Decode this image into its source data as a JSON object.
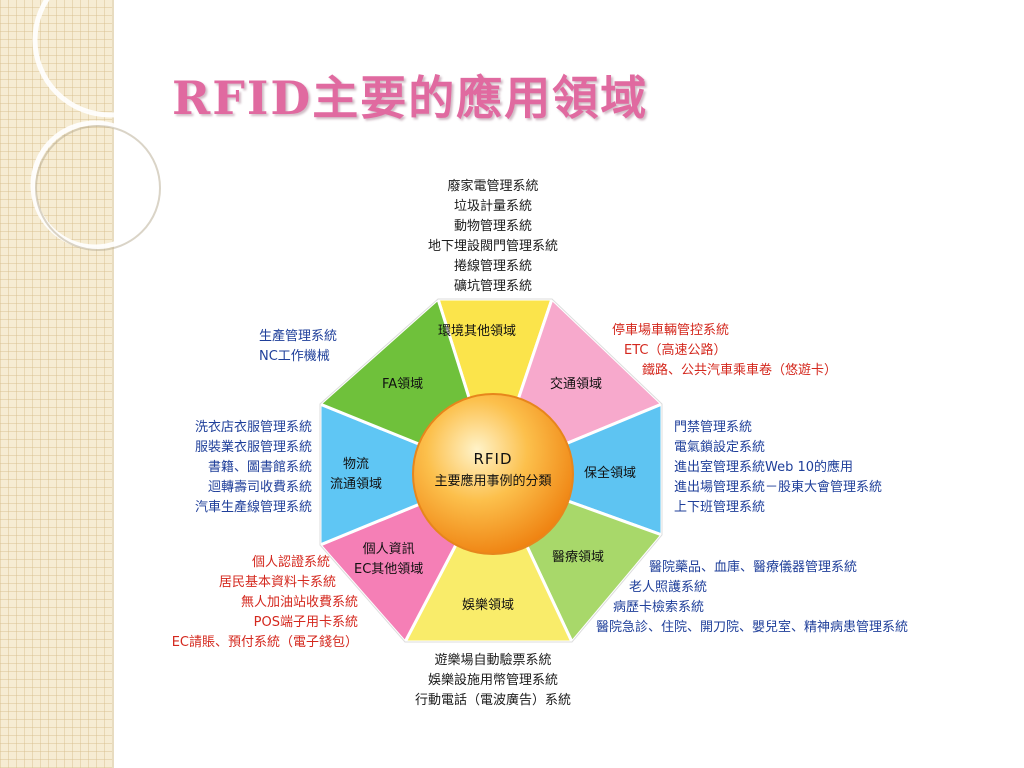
{
  "slide": {
    "title": "RFID主要的應用領域"
  },
  "hub": {
    "line1": "RFID",
    "line2": "主要應用事例的分類",
    "color": "#f59a18"
  },
  "segments": [
    {
      "id": "environment",
      "label": [
        "環境其他領域"
      ],
      "color": "#fbe44b"
    },
    {
      "id": "traffic",
      "label": [
        "交通領域"
      ],
      "color": "#f7a9cc"
    },
    {
      "id": "security",
      "label": [
        "保全領域"
      ],
      "color": "#5ec4f2"
    },
    {
      "id": "medical",
      "label": [
        "醫療領域"
      ],
      "color": "#a8d86a"
    },
    {
      "id": "entertainment",
      "label": [
        "娛樂領域"
      ],
      "color": "#f9ec6a"
    },
    {
      "id": "personal",
      "label": [
        "個人資訊",
        "EC其他領域"
      ],
      "color": "#f57fb6"
    },
    {
      "id": "logistics",
      "label": [
        "物流",
        "流通領域"
      ],
      "color": "#5fc6f4"
    },
    {
      "id": "fa",
      "label": [
        "FA領域"
      ],
      "color": "#6fc13b"
    }
  ],
  "examples": {
    "environment": [
      "廢家電管理系統",
      "垃圾計量系統",
      "動物管理系統",
      "地下埋設閥門管理系統",
      "捲線管理系統",
      "礦坑管理系統"
    ],
    "fa": [
      "生產管理系統",
      "NC工作機械"
    ],
    "traffic": [
      "停車場車輛管控系統",
      "ETC（高速公路）",
      "鐵路、公共汽車乘車卷（悠遊卡）"
    ],
    "logistics": [
      "洗衣店衣服管理系統",
      "服裝業衣服管理系統",
      "書籍、圖書館系統",
      "迴轉壽司收費系統",
      "汽車生產線管理系統"
    ],
    "security": [
      "門禁管理系統",
      "電氣鎖設定系統",
      "進出室管理系統Web 10的應用",
      "進出場管理系統－股東大會管理系統",
      "上下班管理系統"
    ],
    "personal": [
      "個人認證系統",
      "居民基本資料卡系統",
      "無人加油站收費系統",
      "POS端子用卡系統",
      "EC請賬、預付系統（電子錢包）"
    ],
    "medical": [
      "醫院藥品、血庫、醫療儀器管理系統",
      "老人照護系統",
      "病歷卡檢索系統",
      "醫院急診、住院、開刀院、嬰兒室、精神病患管理系統"
    ],
    "entertainment": [
      "遊樂場自動驗票系統",
      "娛樂設施用幣管理系統",
      "行動電話（電波廣告）系統"
    ]
  },
  "colors": {
    "title": "#e06aa0",
    "text_dark": "#1a1a1a",
    "text_red": "#d4281e",
    "text_blue": "#1f3f9a"
  }
}
